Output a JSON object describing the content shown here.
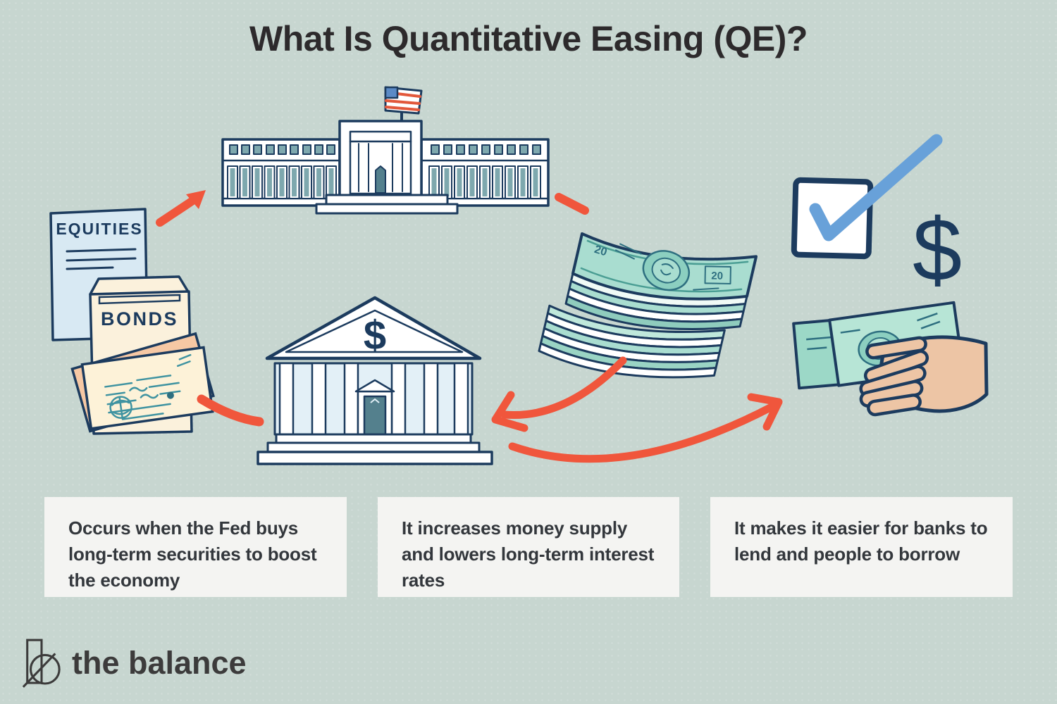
{
  "title": "What Is Quantitative Easing (QE)?",
  "labels": {
    "equities": "EQUITIES",
    "bonds": "BONDS",
    "dollar_sign": "$",
    "bill_denomination": "20"
  },
  "callouts": [
    {
      "text": "Occurs when the Fed buys long-term securities to boost the economy"
    },
    {
      "text": "It increases money supply and lowers long-term interest rates"
    },
    {
      "text": "It makes it easier for banks to lend and people to borrow"
    }
  ],
  "footer": {
    "brand": "the balance"
  },
  "palette": {
    "background": "#c7d6d0",
    "outline_navy": "#1c3b5e",
    "arrow_orange": "#f0563c",
    "check_blue": "#68a1d9",
    "money_mint": "#a9ddd0",
    "money_teal": "#2e6f80",
    "paper_blue": "#d8e9f3",
    "envelope_cream": "#fbf1dc",
    "certificate_peach": "#f6c8a4",
    "hand_skin": "#edc5a5",
    "callout_bg": "#f4f4f2",
    "title_text": "#2d2a2c",
    "brand_gray": "#3c3b3b",
    "flag_red": "#e2583b",
    "flag_blue": "#5b8ac6",
    "window_teal": "#7ea8ae",
    "door_teal": "#54808d",
    "bank_interior": "#e3f0f7"
  }
}
